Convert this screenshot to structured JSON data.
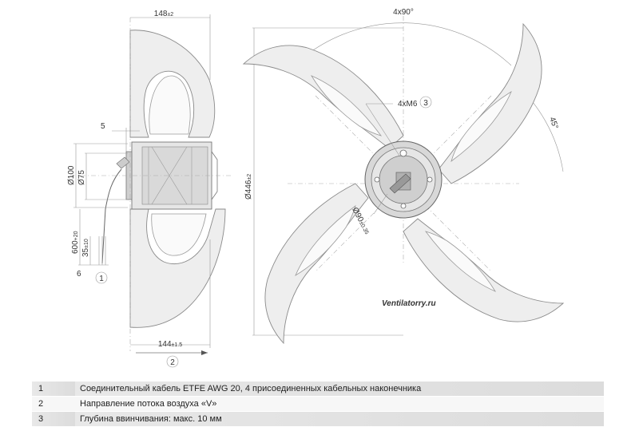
{
  "side_view": {
    "width_top": "148",
    "width_top_tol": "±2",
    "flange": "5",
    "dia_100": "Ø100",
    "dia_75": "Ø75",
    "cable_len": "600",
    "cable_len_tol": "+20",
    "strip_len": "35",
    "strip_len_tol": "±10",
    "end_len": "6",
    "width_bottom": "144",
    "width_bottom_tol": "±1.5",
    "callout_1": "1",
    "callout_2": "2"
  },
  "front_view": {
    "angle_top": "4x90°",
    "angle_side": "45°",
    "thread": "4xM6",
    "callout_3": "3",
    "outer_dia": "Ø446",
    "outer_dia_tol": "±2",
    "hub_dia": "Ø90",
    "hub_dia_tol": "±0.35"
  },
  "watermark": "Ventilatorry.ru",
  "legend": [
    {
      "num": "1",
      "text": "Соединительный кабель ETFE AWG 20, 4 присоединенных кабельных наконечника"
    },
    {
      "num": "2",
      "text": "Направление потока воздуха «V»"
    },
    {
      "num": "3",
      "text": "Глубина ввинчивания: макс. 10 мм"
    }
  ]
}
